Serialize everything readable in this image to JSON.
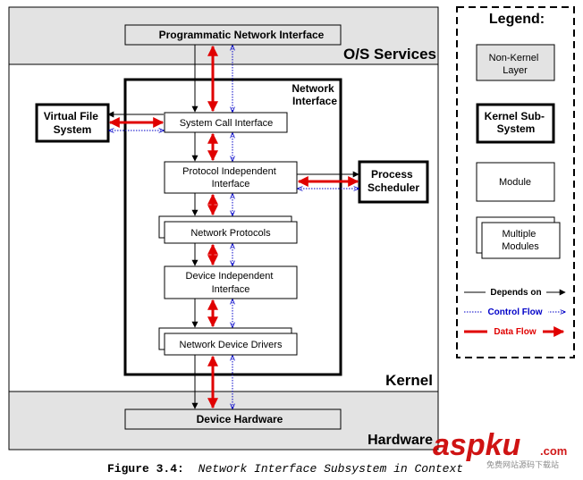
{
  "regions": {
    "os_services": "O/S Services",
    "kernel": "Kernel",
    "hardware": "Hardware"
  },
  "boxes": {
    "programmatic_network_interface": "Programmatic Network Interface",
    "network_interface_title": [
      "Network",
      "Interface"
    ],
    "virtual_file_system": [
      "Virtual File",
      "System"
    ],
    "system_call_interface": "System Call Interface",
    "protocol_independent_interface": [
      "Protocol Independent",
      "Interface"
    ],
    "process_scheduler": [
      "Process",
      "Scheduler"
    ],
    "network_protocols": "Network Protocols",
    "device_independent_interface": [
      "Device Independent",
      "Interface"
    ],
    "network_device_drivers": "Network Device Drivers",
    "device_hardware": "Device Hardware"
  },
  "legend": {
    "title": "Legend:",
    "non_kernel_layer": [
      "Non-Kernel",
      "Layer"
    ],
    "kernel_subsystem": [
      "Kernel Sub-",
      "System"
    ],
    "module": "Module",
    "multiple_modules": [
      "Multiple",
      "Modules"
    ],
    "depends_on": "Depends on",
    "control_flow": "Control Flow",
    "data_flow": "Data Flow"
  },
  "caption": {
    "prefix": "Figure 3.4:",
    "text": "Network Interface Subsystem in Context"
  },
  "watermark": {
    "brand": "aspku",
    "domain": ".com",
    "subtext": "免费网站源码下载站"
  },
  "colors": {
    "layer_gray": "#e3e3e3",
    "data_flow_red": "#e00000",
    "control_flow_blue": "#0000c8",
    "depends_black": "#000000",
    "watermark_red": "#cc0000"
  }
}
